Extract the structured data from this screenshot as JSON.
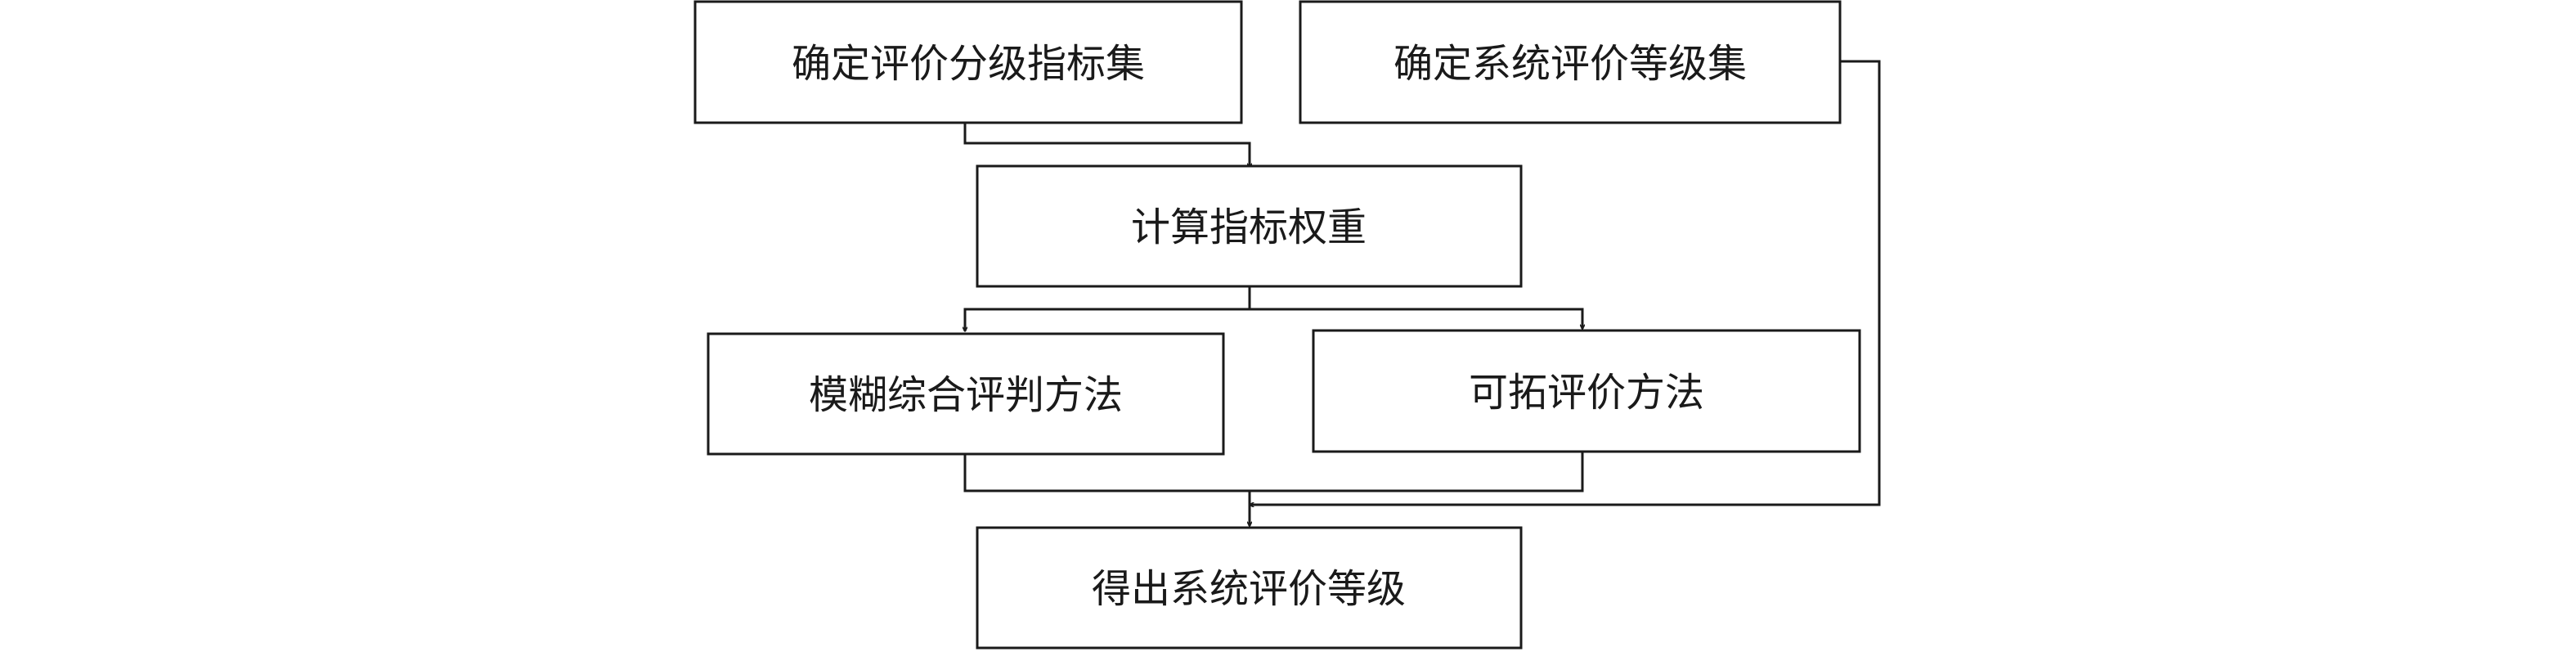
{
  "nodes": {
    "index_set": "确定评价分级指标集",
    "grade_set": "确定系统评价等级集",
    "weights": "计算指标权重",
    "fuzzy": "模糊综合评判方法",
    "extension": "可拓评价方法",
    "result": "得出系统评价等级"
  },
  "colors": {
    "stroke": "#1a1a1a",
    "background": "#ffffff"
  }
}
